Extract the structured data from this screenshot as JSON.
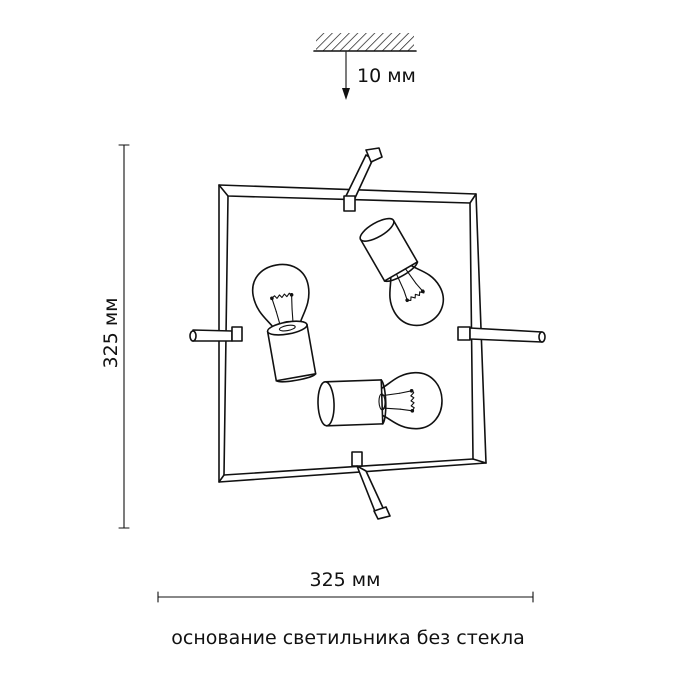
{
  "ceiling_gap": {
    "label": "10 мм"
  },
  "height_dimension": {
    "label": "325 мм"
  },
  "width_dimension": {
    "label": "325 мм"
  },
  "caption": "основание светильника без стекла",
  "colors": {
    "line": "#111111",
    "background": "#ffffff"
  },
  "bulb_count": 3
}
